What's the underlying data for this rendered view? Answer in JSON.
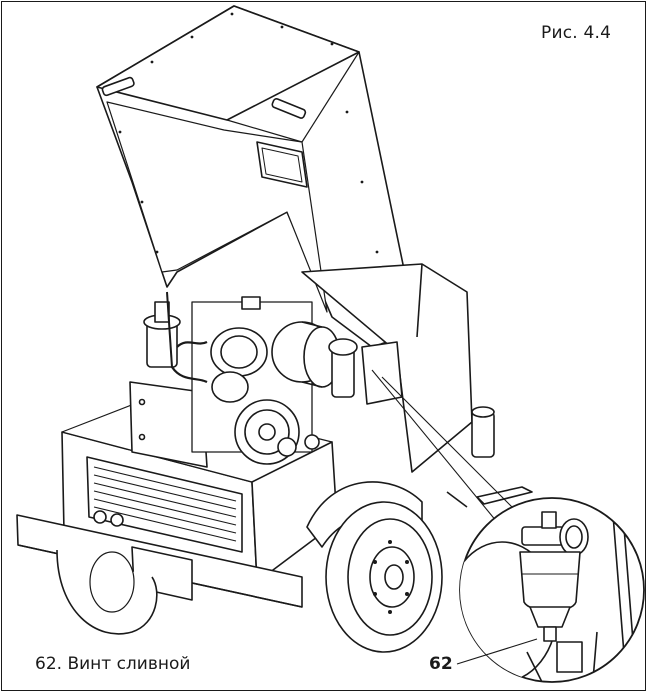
{
  "figure": {
    "label": "Рис. 4.4",
    "caption": "62. Винт сливной",
    "callout_number": "62"
  },
  "colors": {
    "line": "#1a1a1a",
    "fill": "#ffffff",
    "shade": "#d8d8d8"
  }
}
